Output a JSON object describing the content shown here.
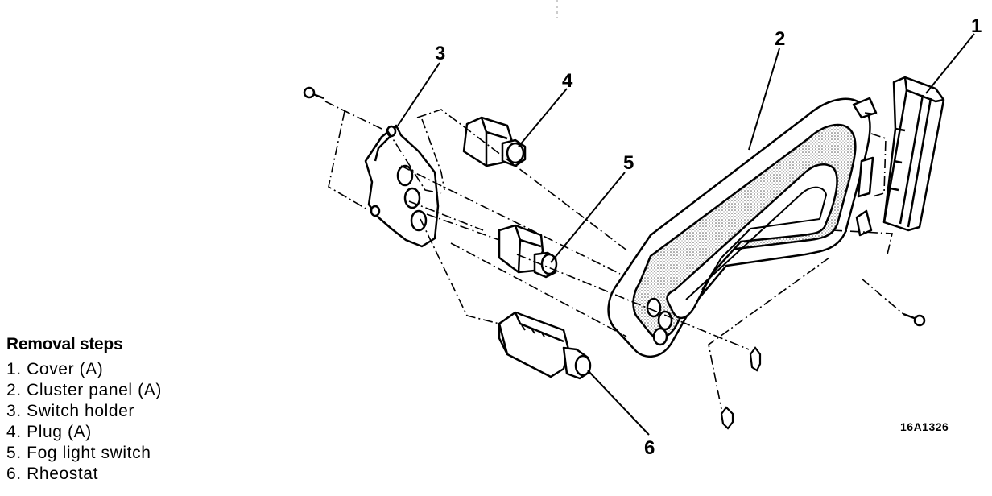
{
  "legend": {
    "title": "Removal steps",
    "items": [
      "1. Cover (A)",
      "2. Cluster panel (A)",
      "3. Switch holder",
      "4. Plug (A)",
      "5. Fog light switch",
      "6. Rheostat"
    ]
  },
  "callouts": [
    "1",
    "2",
    "3",
    "4",
    "5",
    "6"
  ],
  "figure_code": "16A1326"
}
